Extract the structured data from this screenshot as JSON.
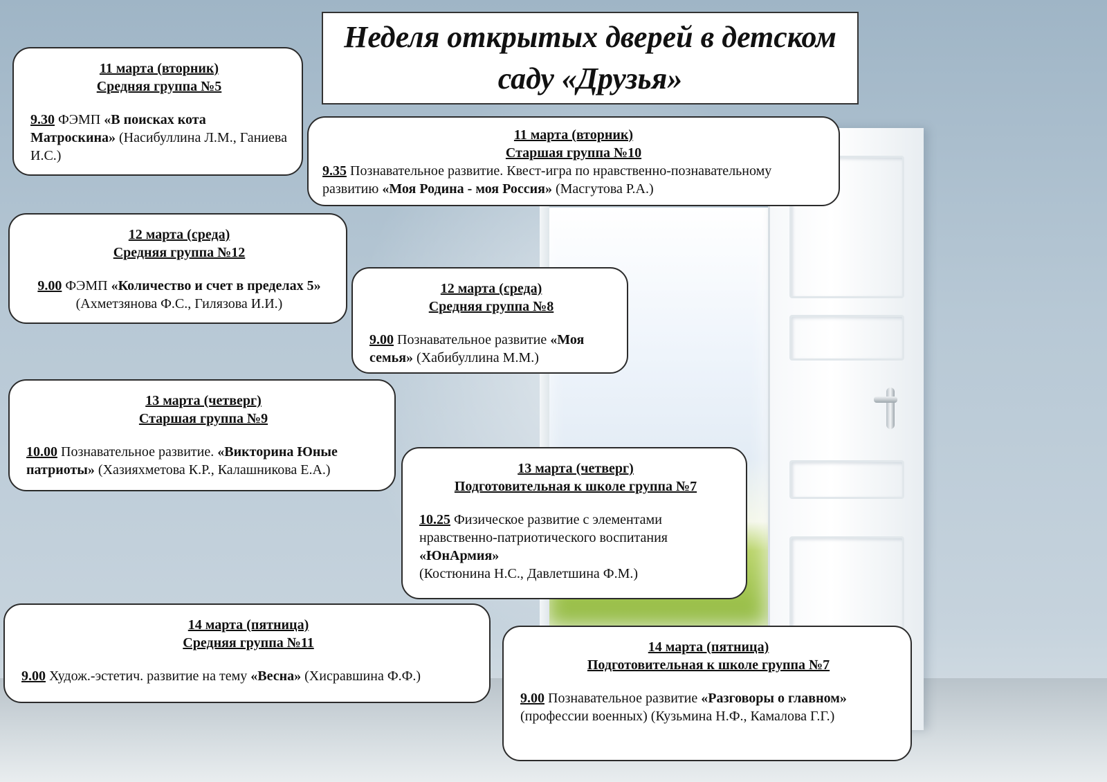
{
  "title": "Неделя открытых дверей в детском саду «Друзья»",
  "cards": [
    {
      "date": "11 марта (вторник)",
      "group": "Средняя группа №5",
      "time": "9.30",
      "pre": " ФЭМП ",
      "event": "«В поисках кота Матроскина»",
      "post": " (Насибуллина Л.М., Ганиева И.С.)"
    },
    {
      "date": "11 марта (вторник)",
      "group": "Старшая группа №10",
      "time": "9.35",
      "pre": " Познавательное развитие. Квест-игра по нравственно-познавательному развитию ",
      "event": "«Моя Родина - моя Россия»",
      "post": " (Масгутова Р.А.)"
    },
    {
      "date": "12 марта (среда)",
      "group": "Средняя группа №12",
      "time": "9.00",
      "pre": " ФЭМП ",
      "event": "«Количество и счет в пределах 5»",
      "post": " (Ахметзянова Ф.С., Гилязова И.И.)"
    },
    {
      "date": "12 марта (среда)",
      "group": "Средняя группа №8",
      "time": "9.00",
      "pre": " Познавательное развитие ",
      "event": "«Моя семья»",
      "post": " (Хабибуллина М.М.)"
    },
    {
      "date": "13 марта (четверг)",
      "group": "Старшая группа №9",
      "time": "10.00",
      "pre": " Познавательное развитие. ",
      "event": "«Викторина Юные патриоты»",
      "post": " (Хазияхметова К.Р., Калашникова Е.А.)"
    },
    {
      "date": "13 марта (четверг)",
      "group": "Подготовительная к школе группа №7",
      "time": "10.25",
      "pre": " Физическое развитие с элементами нравственно-патриотического воспитания ",
      "event": "«ЮнАрмия»",
      "post": "(Костюнина Н.С., Давлетшина Ф.М.)"
    },
    {
      "date": "14 марта (пятница)",
      "group": "Средняя группа №11",
      "time": "9.00",
      "pre": " Худож.-эстетич. развитие на тему ",
      "event": "«Весна»",
      "post": " (Хисравшина Ф.Ф.)"
    },
    {
      "date": "14 марта (пятница)",
      "group": "Подготовительная к школе группа №7",
      "time": "9.00",
      "pre": " Познавательное развитие ",
      "event": "«Разговоры о главном»",
      "post": " (профессии военных) (Кузьмина Н.Ф., Камалова Г.Г.)"
    }
  ]
}
